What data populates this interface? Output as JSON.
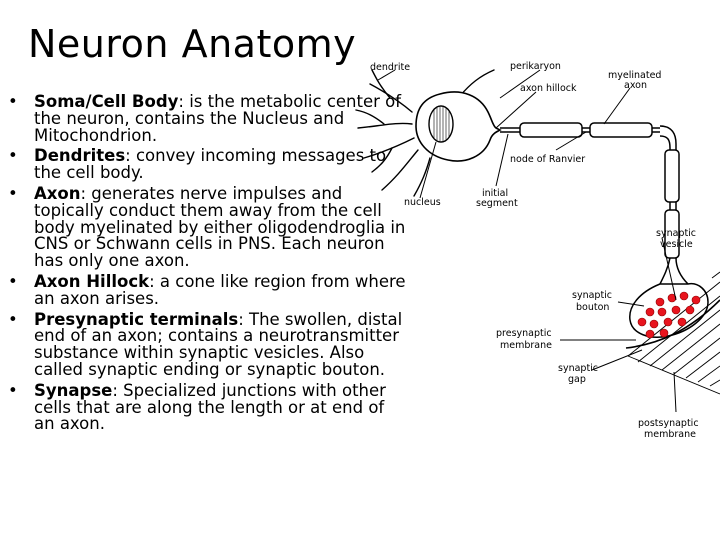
{
  "title": "Neuron Anatomy",
  "bullets": [
    {
      "term": "Soma/Cell Body",
      "text": ": is the metabolic center of the neuron, contains the Nucleus and Mitochondrion."
    },
    {
      "term": "Dendrites",
      "text": ": convey incoming messages to the cell body."
    },
    {
      "term": "Axon",
      "text": ": generates nerve impulses and topically conduct them away from the cell body myelinated by either oligodendroglia in CNS or Schwann cells in PNS. Each neuron has only one axon."
    },
    {
      "term": "Axon Hillock",
      "text": ": a cone like region from where an axon arises."
    },
    {
      "term": "Presynaptic terminals",
      "text": ": The swollen, distal end of an axon; contains a neurotransmitter substance within synaptic vesicles. Also called synaptic ending or synaptic bouton."
    },
    {
      "term": "Synapse",
      "text": ": Specialized junctions with other cells that are along the length or at end of an axon."
    }
  ],
  "bullet_symbol": "•",
  "diagram_labels": {
    "dendrite": "dendrite",
    "perikaryon": "perikaryon",
    "myelinated_1": "myelinated",
    "myelinated_2": "axon",
    "axon_hillock": "axon hillock",
    "node_of_ranvier": "node of Ranvier",
    "nucleus": "nucleus",
    "initial_1": "initial",
    "initial_2": "segment",
    "synaptic_vesicle_1": "synaptic",
    "synaptic_vesicle_2": "vesicle",
    "synaptic_bouton_1": "synaptic",
    "synaptic_bouton_2": "bouton",
    "presynaptic_1": "presynaptic",
    "presynaptic_2": "membrane",
    "synaptic_gap_1": "synaptic",
    "synaptic_gap_2": "gap",
    "postsynaptic_1": "postsynaptic",
    "postsynaptic_2": "membrane"
  },
  "colors": {
    "vesicle": "#e8141e",
    "outline": "#000000"
  }
}
